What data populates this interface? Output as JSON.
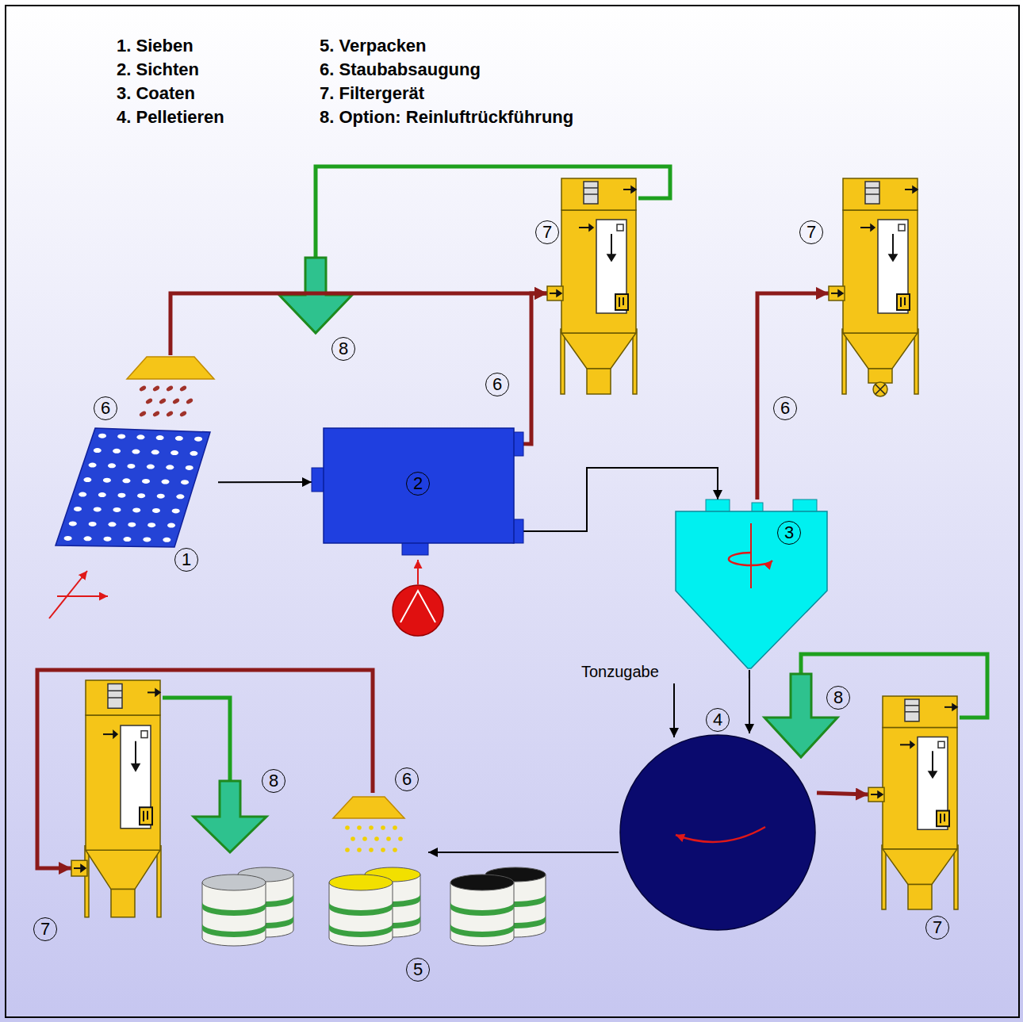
{
  "diagram": {
    "nodes": [
      {
        "text": [
          "1"
        ]
      },
      {
        "text": [
          "2"
        ]
      },
      {
        "text": [
          "3"
        ]
      },
      {
        "text": [
          "4"
        ]
      },
      {
        "text": [
          "5"
        ]
      },
      {
        "text": [
          "7"
        ]
      },
      {
        "text": [
          "7"
        ]
      },
      {
        "text": [
          "7"
        ]
      },
      {
        "text": [
          "7"
        ]
      }
    ],
    "edges": [
      {
        "from": 0,
        "to": 1,
        "arrow": "to"
      },
      {
        "from": 1,
        "to": 2,
        "arrow": "to"
      },
      {
        "from": 2,
        "to": 3,
        "arrow": "to"
      },
      {
        "from": 3,
        "to": 4,
        "arrow": "to"
      },
      {
        "from": 0,
        "to": 5,
        "label": "6",
        "arrow": "to"
      },
      {
        "from": 1,
        "to": 5,
        "label": "6",
        "arrow": "to"
      },
      {
        "from": 2,
        "to": 6,
        "label": "6",
        "arrow": "to"
      },
      {
        "from": 3,
        "to": 7,
        "arrow": "to"
      },
      {
        "from": 4,
        "to": 8,
        "label": "6",
        "arrow": "to"
      }
    ],
    "labels": [
      "1. Sieben",
      "2. Sichten",
      "3. Coaten",
      "4. Pelletieren",
      "5. Verpacken",
      "6. Staubabsaugung",
      "7. Filtergerät",
      "8. Option: Reinluftrückführung",
      "8",
      "Tonzugabe",
      "8",
      "8"
    ]
  }
}
